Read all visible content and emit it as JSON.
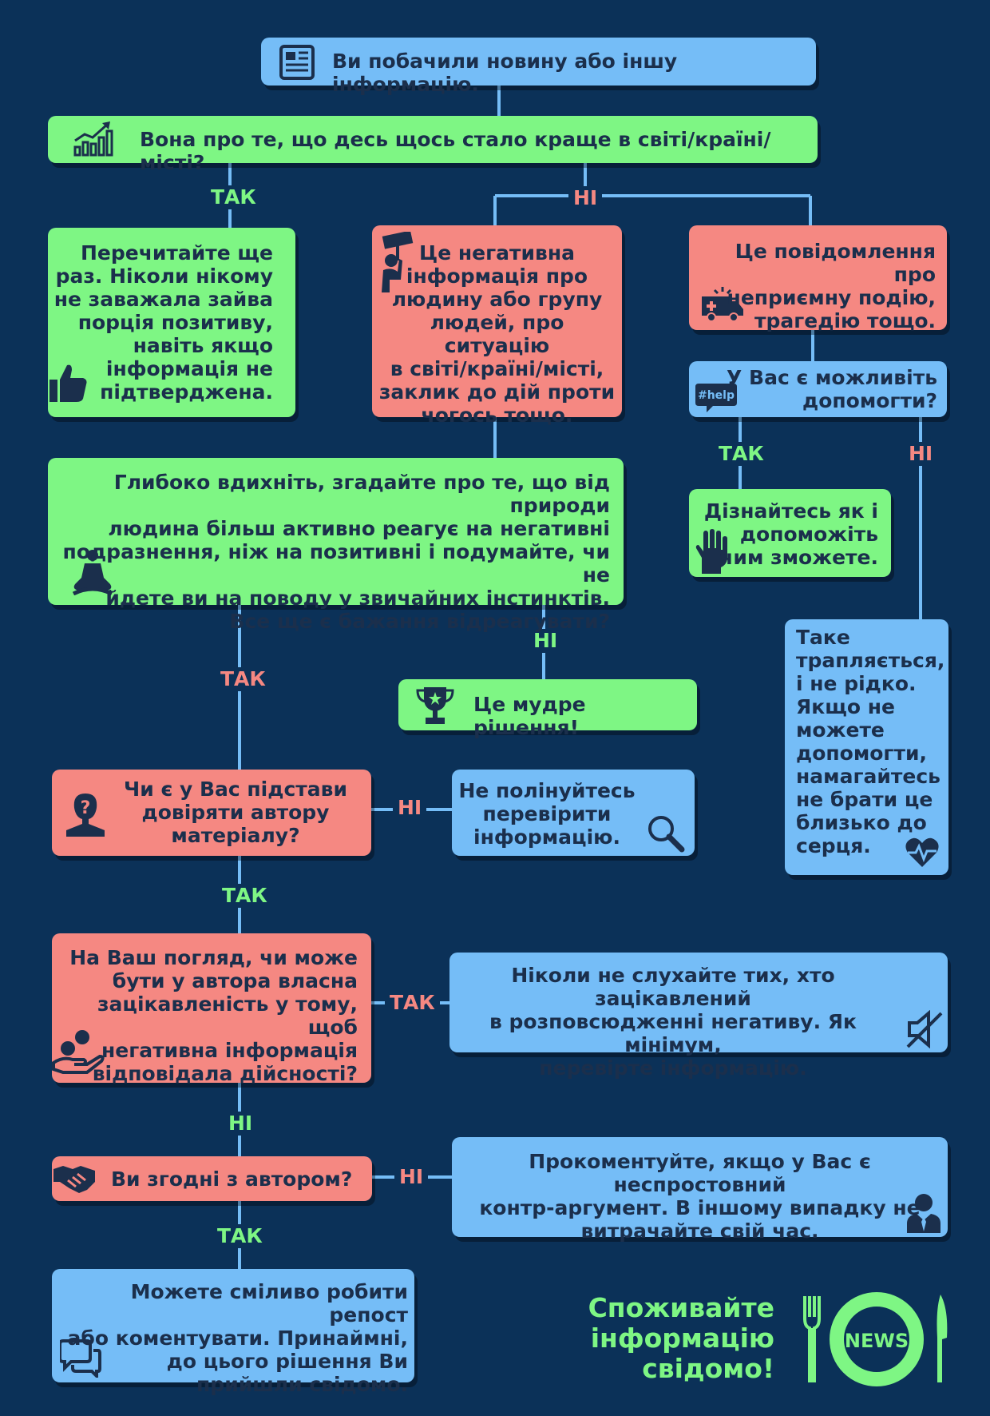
{
  "nodes": {
    "start": "Ви побачили новину або іншу інформацію.",
    "better": "Вона про те, що десь щось стало краще в світі/країні/місті?",
    "reread": "Перечитайте ще\nраз. Ніколи нікому\nне заважала зайва\nпорція позитиву,\nнавіть якщо\nінформація не\nпідтверджена.",
    "negative": "Це негативна\nінформація про\nлюдину або групу\nлюдей, про ситуацію\nв світі/країні/місті,\nзаклик до дій проти\nчогось тощо.",
    "tragedy": "Це повідомлення про\nнеприємну подію,\nтрагедію тощо.",
    "can_help": "У Вас є можливіть\nдопомогти?",
    "find_out": "Дізнайтесь як і\nдопоможіть\nчим зможете.",
    "happens": "Таке\nтрапляється,\nі не рідко.\nЯкщо не\nможете\nдопомогти,\nнамагайтесь\nне брати це\nблизько до\nсерця.",
    "breathe": "Глибоко вдихніть, згадайте про те, що від природи\nлюдина більш активно реагує на негативні\nподразнення, ніж на позитивні і подумайте, чи не\nйдете ви на поводу у звичайних інстинктів.\nВсе ще є бажання відреагувати?",
    "wise": "Це мудре рішення!",
    "trust": "Чи є у Вас підстави\nдовіряти автору\nматеріалу?",
    "verify": "Не полінуйтесь\nперевірити\nінформацію.",
    "interest": "На Ваш погляд, чи може\nбути у автора власна\nзацікавленість у тому, щоб\nнегативна інформація\nвідповідала дійсності?",
    "never_listen": "Ніколи не слухайте тих, хто зацікавлений\nв розповсюдженні негативу. Як мінімум,\nперевірте інформацію.",
    "agree": "Ви згодні з автором?",
    "comment": "Прокоментуйте, якщо у Вас є неспростовний\nконтр-аргумент. В іншому випадку не\nвитрачайте свій час.",
    "repost": "Можете сміливо робити репост\nабо коментувати. Принаймні,\nдо цього рішення Ви\nприйшли свідомо."
  },
  "labels": {
    "yes": "ТАК",
    "no": "НІ"
  },
  "slogan": "Споживайте\nінформацію\nсвідомо!",
  "logo_text": "NEWS",
  "icons": [
    "newspaper-icon",
    "growth-chart-icon",
    "thumbs-up-icon",
    "protester-sign-icon",
    "ambulance-icon",
    "help-chat-icon",
    "raised-hand-icon",
    "heart-pulse-icon",
    "meditation-icon",
    "trophy-icon",
    "unknown-person-icon",
    "magnifier-icon",
    "money-hand-icon",
    "muted-speaker-icon",
    "handshake-icon",
    "businessman-icon",
    "chat-bubbles-icon",
    "fork-icon",
    "plate-icon",
    "knife-icon"
  ],
  "colors": {
    "background": "#0b3158",
    "blue": "#75bdf7",
    "green": "#7ef684",
    "red": "#f58882",
    "line": "#75bdf7"
  }
}
